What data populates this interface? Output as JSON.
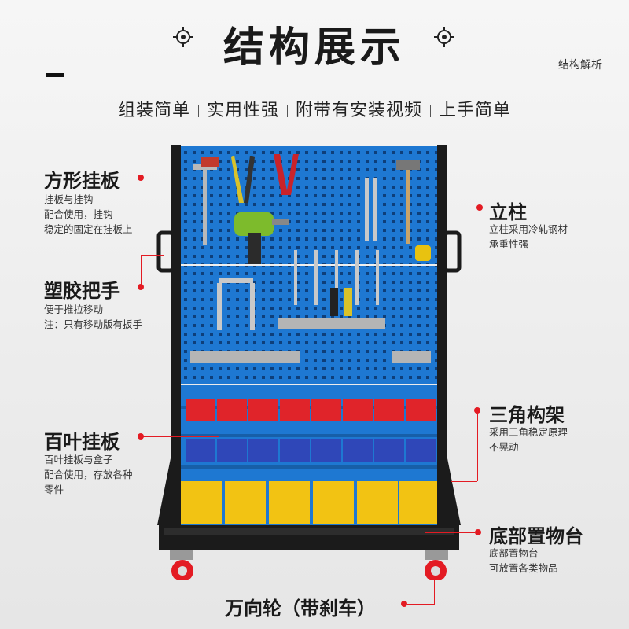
{
  "header": {
    "title": "结构展示",
    "subtitle": "结构解析"
  },
  "features": [
    "组装简单",
    "实用性强",
    "附带有安装视频",
    "上手简单"
  ],
  "labels": {
    "square_board": {
      "title": "方形挂板",
      "desc": [
        "挂板与挂钩",
        "配合使用，挂钩",
        "稳定的固定在挂板上"
      ]
    },
    "plastic_handle": {
      "title": "塑胶把手",
      "desc": [
        "便于推拉移动",
        "注：只有移动版有扳手"
      ]
    },
    "louver_board": {
      "title": "百叶挂板",
      "desc": [
        "百叶挂板与盒子",
        "配合使用，存放各种",
        "零件"
      ]
    },
    "upright": {
      "title": "立柱",
      "desc": [
        "立柱采用冷轧钢材",
        "承重性强"
      ]
    },
    "triangle_frame": {
      "title": "三角构架",
      "desc": [
        "采用三角稳定原理",
        "不晃动"
      ]
    },
    "bottom_shelf": {
      "title": "底部置物台",
      "desc": [
        "底部置物台",
        "可放置各类物品"
      ]
    },
    "caster": {
      "title": "万向轮（带刹车）"
    }
  },
  "colors": {
    "accent": "#e31b23",
    "board_blue": "#1e78d2",
    "bin_red": "#e0242a",
    "bin_blue": "#2f47b8",
    "bin_yellow": "#f2c313",
    "frame": "#1b1b1b"
  },
  "icons": [
    "crosshair-icon"
  ]
}
